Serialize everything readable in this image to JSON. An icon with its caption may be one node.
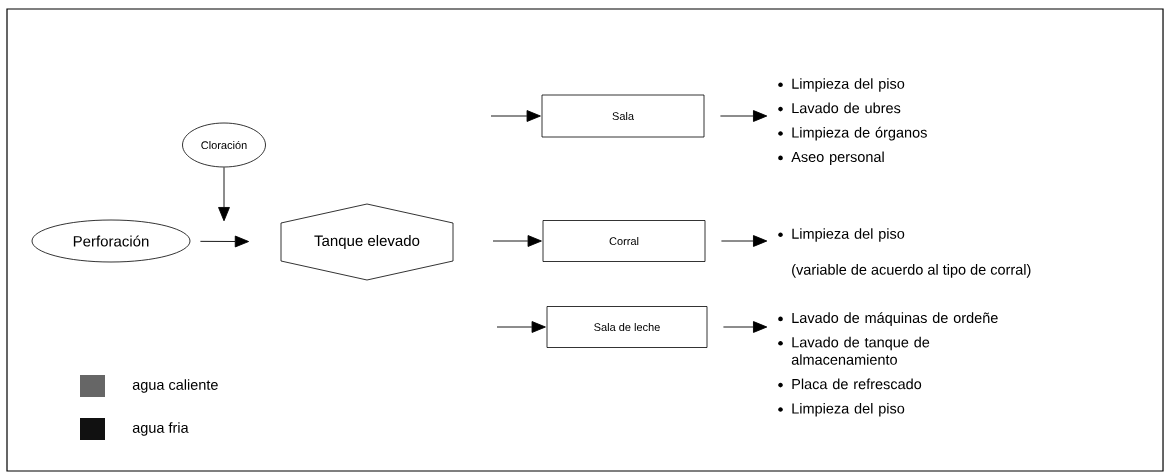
{
  "diagram": {
    "nodes": [
      {
        "text": [
          "Cloración"
        ]
      },
      {
        "text": [
          "Perforación"
        ]
      },
      {
        "text": [
          "Tanque elevado"
        ]
      },
      {
        "text": [
          "Sala"
        ]
      },
      {
        "text": [
          "Corral"
        ]
      },
      {
        "text": [
          "Sala de leche"
        ]
      },
      {
        "text": [
          "Limpieza del piso",
          "Lavado de ubres",
          "Limpieza de órganos",
          "Aseo personal"
        ]
      },
      {
        "text": [
          "Limpieza del piso"
        ],
        "beside": [
          "(variable de acuerdo al tipo de corral)"
        ]
      },
      {
        "text": [
          "Lavado de máquinas de ordeñe",
          "Lavado de tanque de almacenamiento",
          "Placa de refrescado",
          "Limpieza del piso"
        ]
      }
    ],
    "edges": [
      {
        "from": 0,
        "to": null,
        "arrow": "to"
      },
      {
        "from": 1,
        "to": 2,
        "arrow": "to"
      },
      {
        "from": null,
        "to": 3,
        "arrow": "to"
      },
      {
        "from": null,
        "to": 4,
        "arrow": "to"
      },
      {
        "from": null,
        "to": 5,
        "arrow": "to"
      },
      {
        "from": 3,
        "to": 6,
        "arrow": "to"
      },
      {
        "from": 4,
        "to": 7,
        "arrow": "to"
      },
      {
        "from": 5,
        "to": 8,
        "arrow": "to"
      }
    ],
    "legend": [
      {
        "text": "agua caliente",
        "color": "#666666"
      },
      {
        "text": "agua fria",
        "color": "#111111"
      }
    ]
  }
}
